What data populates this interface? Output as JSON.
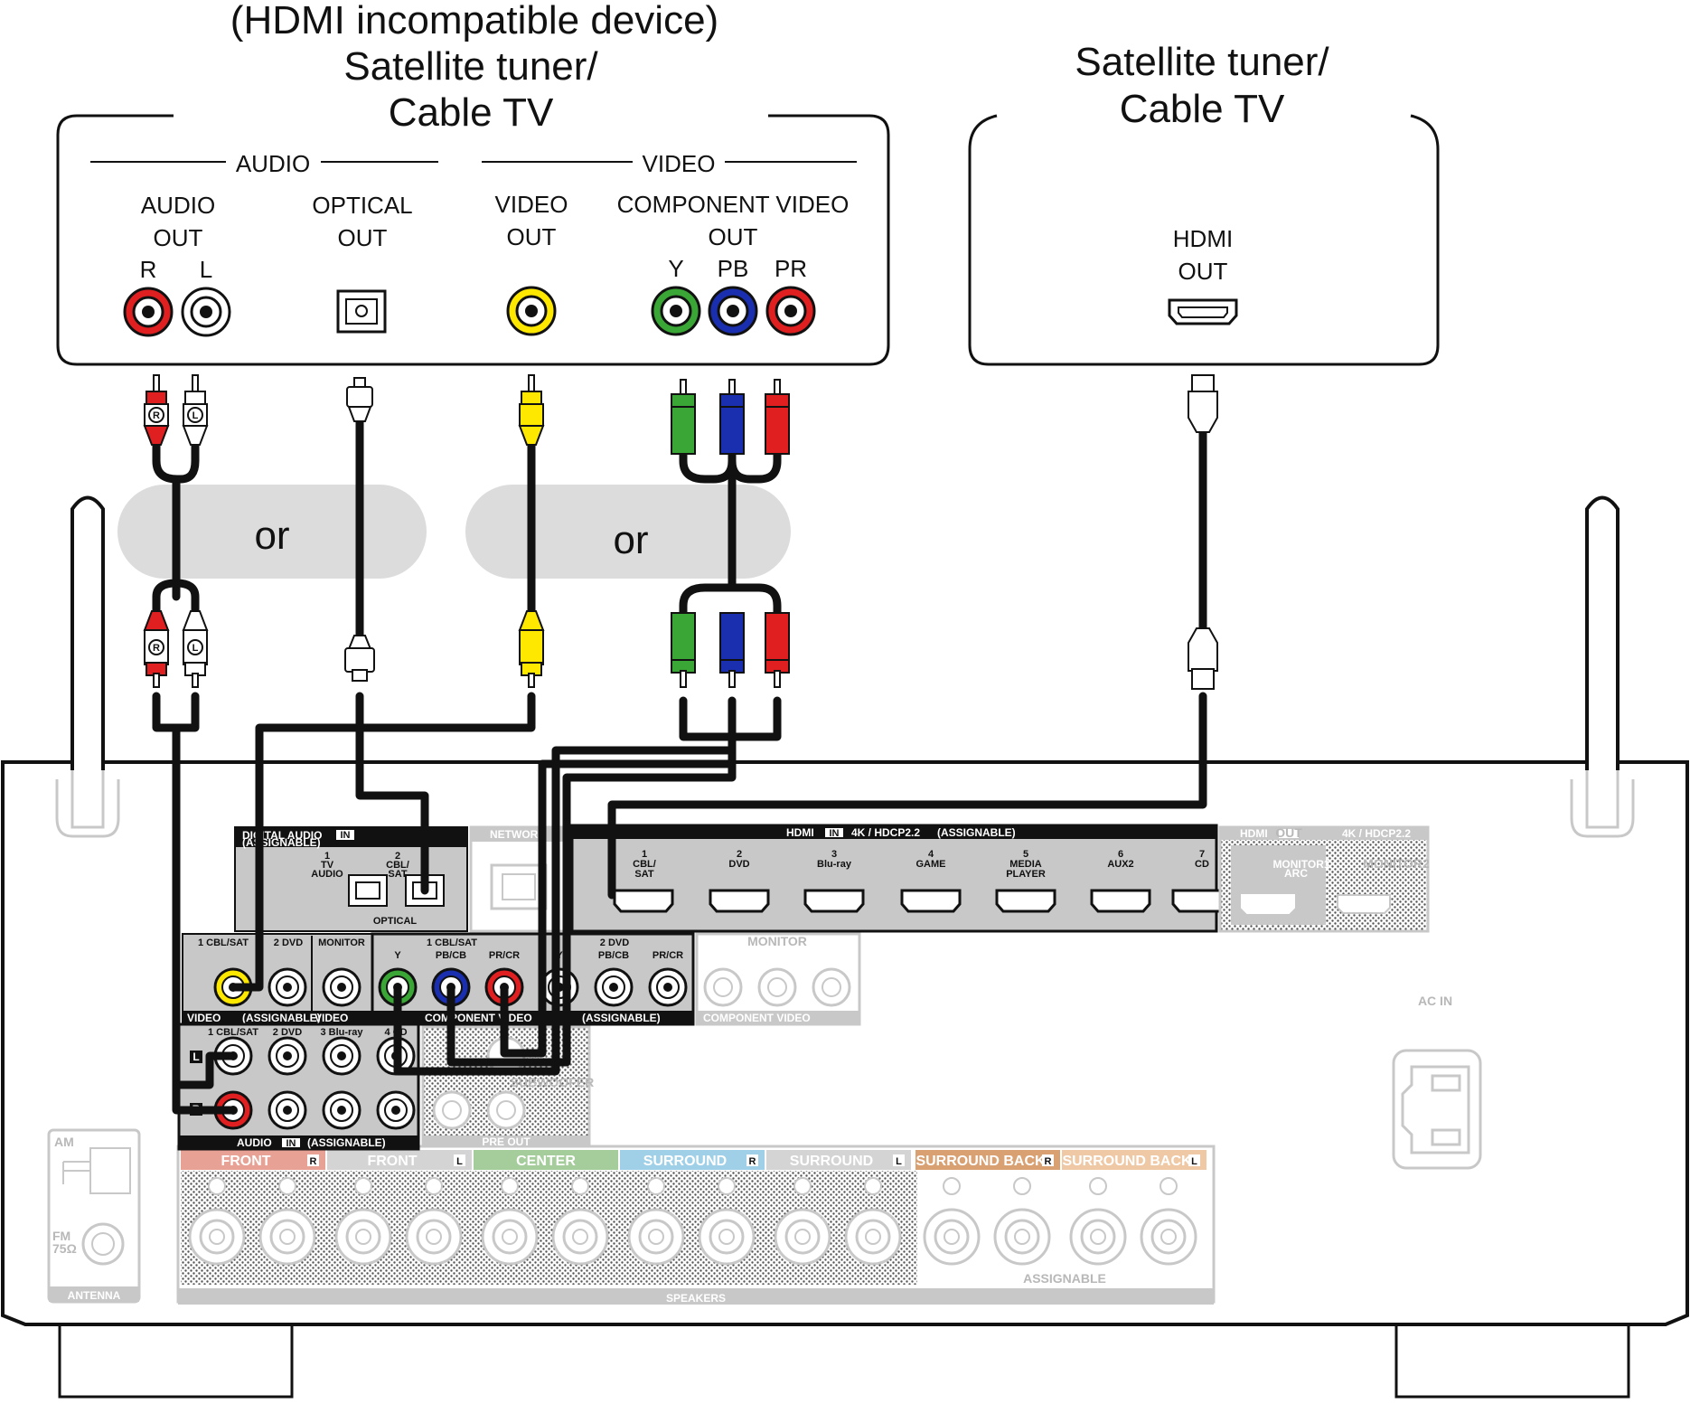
{
  "devices": {
    "left": {
      "title_lines": [
        "(HDMI incompatible device)",
        "Satellite tuner/",
        "Cable TV"
      ],
      "audio_group": "AUDIO",
      "video_group": "VIDEO",
      "audio_out": [
        "AUDIO",
        "OUT"
      ],
      "optical_out": [
        "OPTICAL",
        "OUT"
      ],
      "video_out": [
        "VIDEO",
        "OUT"
      ],
      "component_out": [
        "COMPONENT VIDEO",
        "OUT"
      ],
      "r": "R",
      "l": "L",
      "y": "Y",
      "pb": "PB",
      "pr": "PR"
    },
    "right": {
      "title_lines": [
        "Satellite tuner/",
        "Cable TV"
      ],
      "hdmi_out": [
        "HDMI",
        "OUT"
      ]
    }
  },
  "or_labels": [
    "or",
    "or"
  ],
  "plug_labels": {
    "r": "R",
    "l": "L"
  },
  "receiver": {
    "digital_audio": "DIGITAL AUDIO",
    "assignable": "(ASSIGNABLE)",
    "in_badge": "IN",
    "out_badge": "OUT",
    "optical": "OPTICAL",
    "opt_inputs": [
      [
        "1",
        "TV",
        "AUDIO"
      ],
      [
        "2",
        "CBL/",
        "SAT"
      ]
    ],
    "network": "NETWORK",
    "hdmi_header": "HDMI",
    "hdmi_spec": "4K / HDCP2.2",
    "hdmi_inputs": [
      [
        "1",
        "CBL/",
        "SAT"
      ],
      [
        "2",
        "DVD"
      ],
      [
        "3",
        "Blu-ray"
      ],
      [
        "4",
        "GAME"
      ],
      [
        "5",
        "MEDIA",
        "PLAYER"
      ],
      [
        "6",
        "AUX2"
      ],
      [
        "7",
        "CD"
      ]
    ],
    "hdmi_out_header": "HDMI",
    "monitor1": [
      "MONITOR1",
      "ARC"
    ],
    "monitor2": "MONITOR2",
    "video_in_labels": [
      "1 CBL/SAT",
      "2 DVD",
      "MONITOR"
    ],
    "video_footer": [
      "VIDEO",
      "(ASSIGNABLE)",
      "VIDEO"
    ],
    "component_in_labels": [
      "1 CBL/SAT",
      "2 DVD"
    ],
    "component_ypbpr": [
      "Y",
      "PB/CB",
      "PR/CR"
    ],
    "component_footer": [
      "COMPONENT VIDEO",
      "(ASSIGNABLE)"
    ],
    "component_monitor": "MONITOR",
    "component_monitor_footer": "COMPONENT VIDEO",
    "audio_in_labels": [
      "1 CBL/SAT",
      "2 DVD",
      "3 Blu-ray",
      "4 CD"
    ],
    "audio_footer": [
      "AUDIO",
      "(ASSIGNABLE)"
    ],
    "audio_lr": [
      "L",
      "R"
    ],
    "subwoofer": "SUBWOOFER",
    "pre_out": "PRE OUT",
    "ac_in": "AC IN",
    "antenna": "ANTENNA",
    "am": "AM",
    "fm": [
      "FM",
      "75Ω"
    ],
    "speakers": "SPEAKERS",
    "speaker_assignable": "ASSIGNABLE",
    "speaker_groups": [
      {
        "label": "FRONT",
        "side": "R",
        "color": "#e8a295"
      },
      {
        "label": "FRONT",
        "side": "L",
        "color": "#d4d4d4"
      },
      {
        "label": "CENTER",
        "side": "",
        "color": "#a5cc9b"
      },
      {
        "label": "SURROUND",
        "side": "R",
        "color": "#9fd0e8"
      },
      {
        "label": "SURROUND",
        "side": "L",
        "color": "#d4d4d4"
      },
      {
        "label": "SURROUND BACK",
        "side": "R",
        "color": "#d9a072"
      },
      {
        "label": "SURROUND BACK",
        "side": "L",
        "color": "#efc9a6"
      }
    ]
  },
  "colors": {
    "red": "#e02020",
    "white": "#ffffff",
    "yellow": "#ffe800",
    "green": "#3aa635",
    "blue": "#1a2fb0",
    "panel_gray": "#c8c8c8",
    "or_bubble": "#dcdcdc"
  }
}
